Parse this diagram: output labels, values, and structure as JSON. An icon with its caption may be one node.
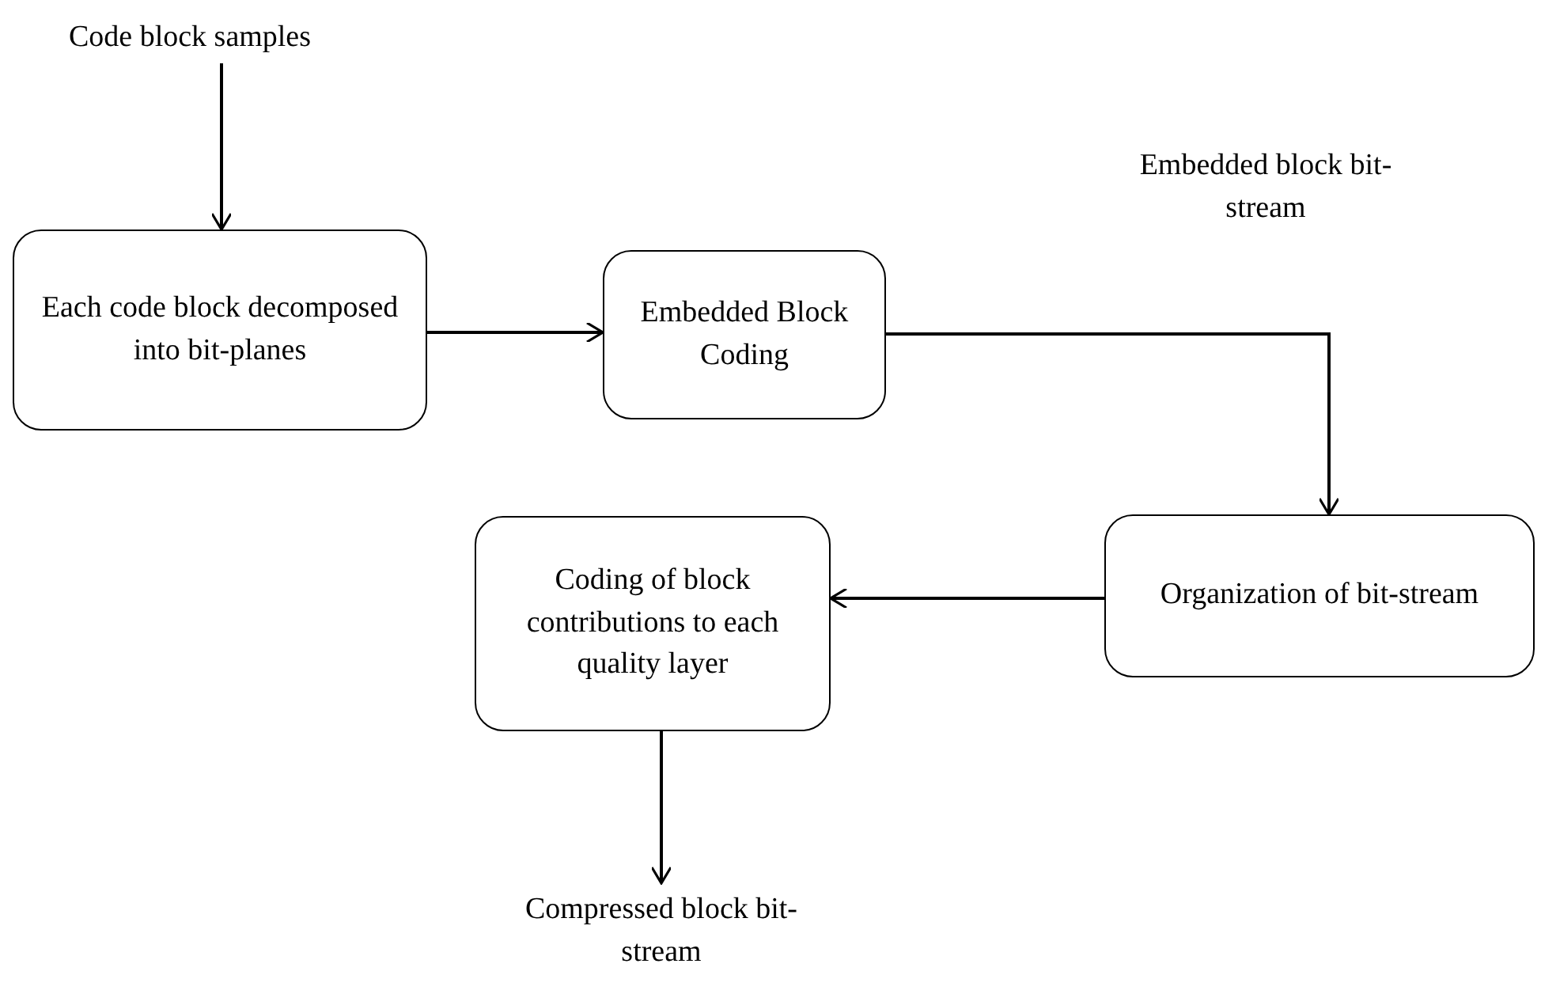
{
  "diagram": {
    "nodes": [
      {
        "text": [
          "Code block samples"
        ]
      },
      {
        "text": [
          "Each code block decomposed into bit-planes"
        ]
      },
      {
        "text": [
          "Embedded Block Coding"
        ]
      },
      {
        "text": [
          "Organization of bit-stream"
        ]
      },
      {
        "text": [
          "Coding of block contributions to each quality layer"
        ]
      },
      {
        "text": [
          "Compressed block bit-stream"
        ]
      }
    ],
    "edges": [
      {
        "from": 0,
        "to": 1,
        "arrow": "to"
      },
      {
        "from": 1,
        "to": 2,
        "arrow": "to"
      },
      {
        "from": 2,
        "to": 3,
        "arrow": "to",
        "label": "Embedded block bit-stream"
      },
      {
        "from": 3,
        "to": 4,
        "arrow": "to"
      },
      {
        "from": 4,
        "to": 5,
        "arrow": "to"
      }
    ]
  }
}
